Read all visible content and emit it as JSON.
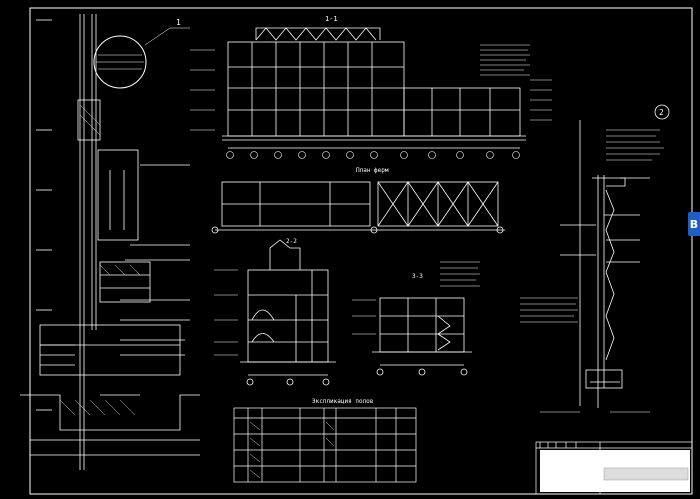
{
  "labels": {
    "callout_1": "1",
    "callout_2": "2",
    "section_1_1": "1-1",
    "section_2_2": "2-2",
    "section_3_3": "3-3",
    "plan_title": "План ферм",
    "table_title": "Экспликация полов"
  },
  "colors": {
    "background": "#000000",
    "line": "#ffffff",
    "tab": "#1f5fbf"
  },
  "side_tab": {
    "label": "B",
    "icon": "panel-tab-icon"
  }
}
